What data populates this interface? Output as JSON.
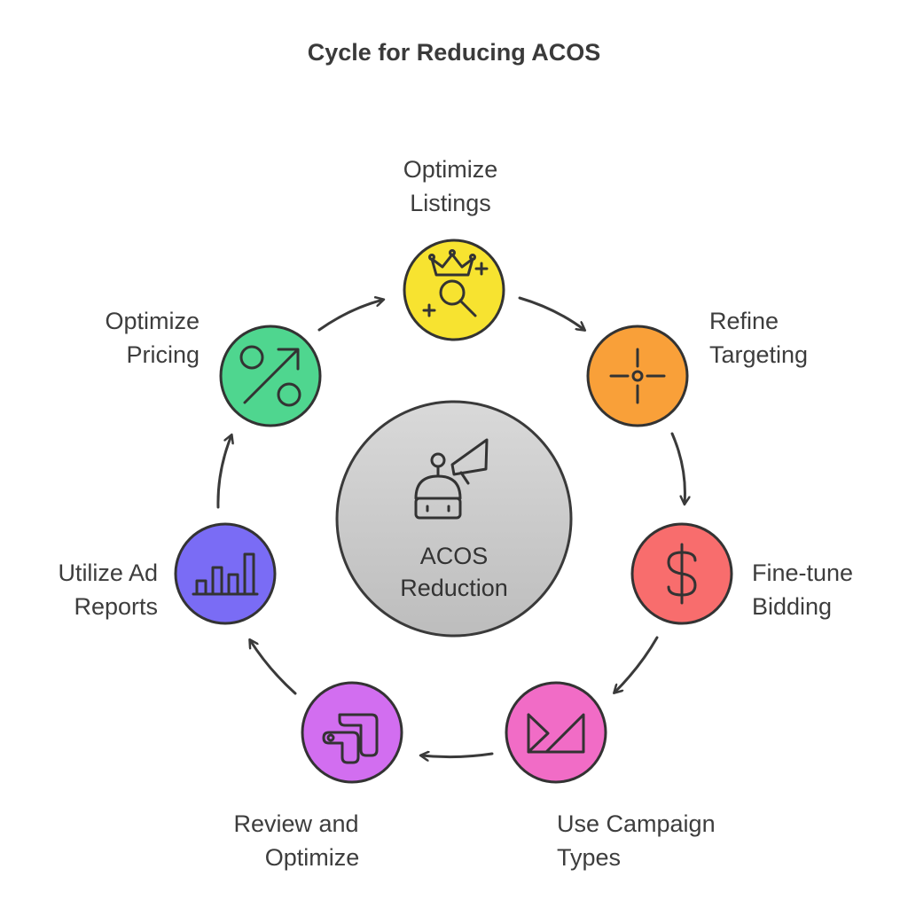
{
  "title": "Cycle for Reducing ACOS",
  "center": {
    "lines": [
      "ACOS",
      "Reduction"
    ],
    "color": "#cfcfcf",
    "icon": "robot-megaphone-icon"
  },
  "nodes": [
    {
      "id": "optimize-listings",
      "lines": [
        "Optimize",
        "Listings"
      ],
      "color": "#f7e330",
      "icon": "crown-search-icon"
    },
    {
      "id": "refine-targeting",
      "lines": [
        "Refine",
        "Targeting"
      ],
      "color": "#f9a039",
      "icon": "crosshair-icon"
    },
    {
      "id": "fine-tune-bidding",
      "lines": [
        "Fine-tune",
        "Bidding"
      ],
      "color": "#f86d6d",
      "icon": "dollar-icon"
    },
    {
      "id": "use-campaign-types",
      "lines": [
        "Use Campaign",
        "Types"
      ],
      "color": "#f16cc6",
      "icon": "campaign-icon"
    },
    {
      "id": "review-and-optimize",
      "lines": [
        "Review and",
        "Optimize"
      ],
      "color": "#d26ef0",
      "icon": "workflow-icon"
    },
    {
      "id": "utilize-ad-reports",
      "lines": [
        "Utilize Ad",
        "Reports"
      ],
      "color": "#7a6cf5",
      "icon": "bar-chart-icon"
    },
    {
      "id": "optimize-pricing",
      "lines": [
        "Optimize",
        "Pricing"
      ],
      "color": "#4fd68f",
      "icon": "percent-icon"
    }
  ]
}
